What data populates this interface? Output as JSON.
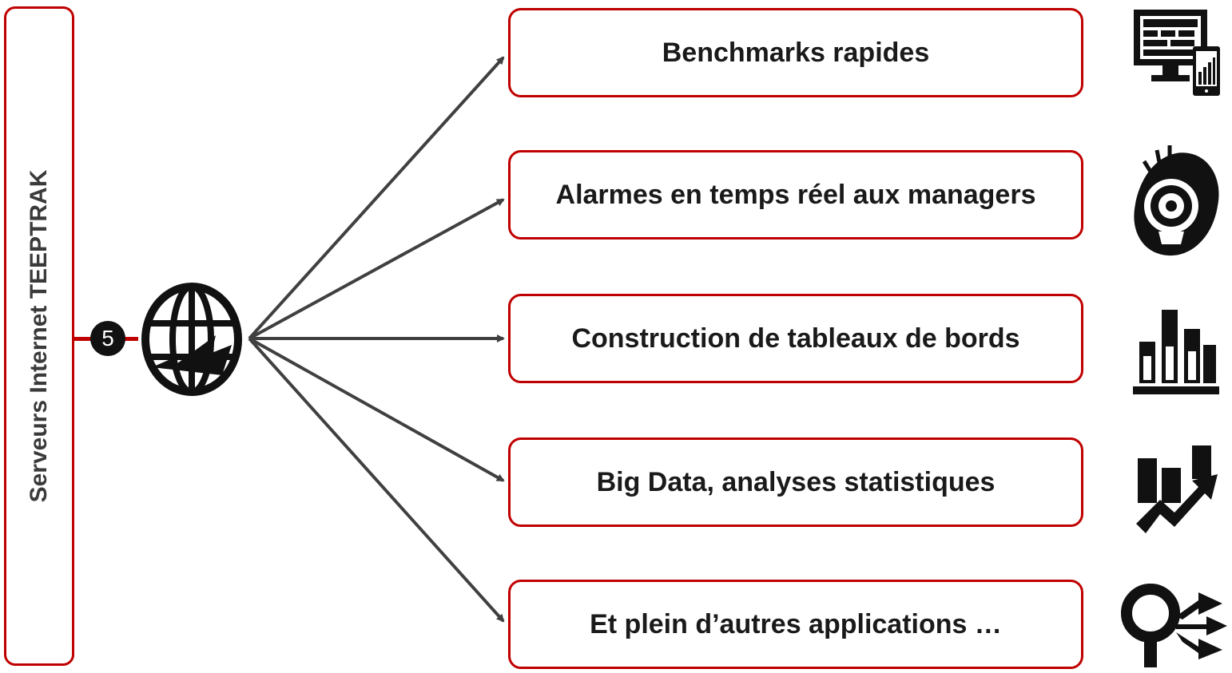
{
  "server": {
    "label": "Serveurs Internet TEEPTRAK"
  },
  "step": {
    "number": "5"
  },
  "applications": [
    {
      "label": "Benchmarks rapides",
      "icon": "dashboard-devices-icon"
    },
    {
      "label": "Alarmes en temps réel aux managers",
      "icon": "alarm-beacon-icon"
    },
    {
      "label": "Construction de tableaux de bords",
      "icon": "bar-chart-icon"
    },
    {
      "label": "Big Data, analyses statistiques",
      "icon": "trend-analytics-icon"
    },
    {
      "label": "Et plein d’autres applications …",
      "icon": "search-share-icon"
    }
  ],
  "colors": {
    "accent": "#c00000",
    "arrow": "#404040",
    "icon": "#111111"
  }
}
